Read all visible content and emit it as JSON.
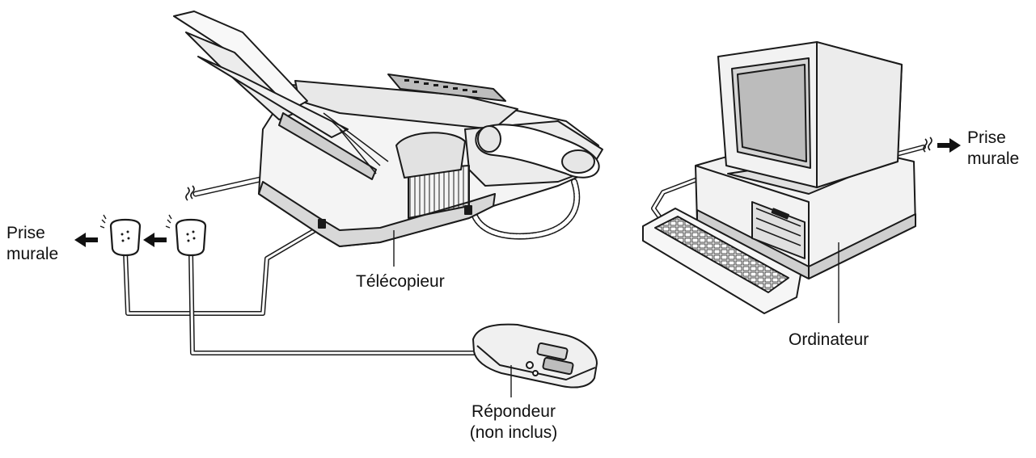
{
  "labels": {
    "wall_outlet_left": {
      "line1": "Prise",
      "line2": "murale"
    },
    "wall_outlet_right": {
      "line1": "Prise",
      "line2": "murale"
    },
    "fax": "Télécopieur",
    "computer": "Ordinateur",
    "answering_machine": {
      "line1": "Répondeur",
      "line2": "(non inclus)"
    }
  },
  "colors": {
    "line": "#1a1a1a",
    "fill_light": "#f2f2f2",
    "fill_mid": "#d9d9d9",
    "fill_dark": "#8c8c8c",
    "cord_fill": "#ffffff"
  }
}
